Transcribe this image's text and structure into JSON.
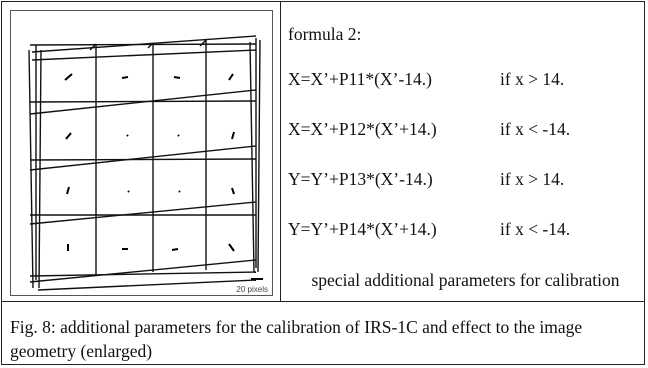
{
  "formula_title": "formula 2:",
  "formulas": [
    {
      "expr": "X=X’+P11*(X’-14.)",
      "cond": "if x >  14."
    },
    {
      "expr": "X=X’+P12*(X’+14.)",
      "cond": "if x < -14."
    },
    {
      "expr": "Y=Y’+P13*(X’-14.)",
      "cond": "if x >  14."
    },
    {
      "expr": "Y=Y’+P14*(X’+14.)",
      "cond": "if x < -14."
    }
  ],
  "params_note": "special additional parameters for calibration",
  "scale_label": "20 pixels",
  "caption": "Fig. 8: additional parameters for the calibration of  IRS-1C and effect to the image geometry (enlarged)"
}
